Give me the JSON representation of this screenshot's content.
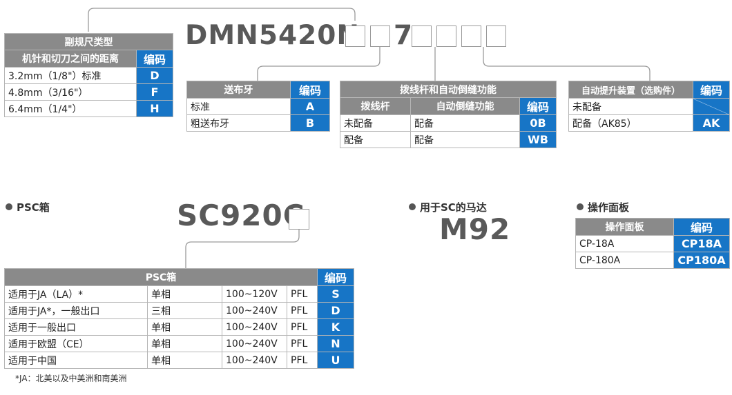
{
  "main_model": {
    "prefix": "DMN5420N",
    "middle": "7"
  },
  "subclass": {
    "header1": "副规尺类型",
    "header2": "机针和切刀之间的距离",
    "code_header": "编码",
    "rows": [
      {
        "desc": "3.2mm（1/8\"）标准",
        "code": "D"
      },
      {
        "desc": "4.8mm（3/16\"）",
        "code": "F"
      },
      {
        "desc": "6.4mm（1/4\"）",
        "code": "H"
      }
    ]
  },
  "feed": {
    "header": "送布牙",
    "code_header": "编码",
    "rows": [
      {
        "desc": "标准",
        "code": "A"
      },
      {
        "desc": "粗送布牙",
        "code": "B"
      }
    ]
  },
  "thread_trim": {
    "header": "拨线杆和自动倒缝功能",
    "col1": "拨线杆",
    "col2": "自动倒缝功能",
    "code_header": "编码",
    "rows": [
      {
        "c1": "未配备",
        "c2": "配备",
        "code": "0B"
      },
      {
        "c1": "配备",
        "c2": "配备",
        "code": "WB"
      }
    ]
  },
  "lifter": {
    "header": "自动提升装置（选购件）",
    "code_header": "编码",
    "rows": [
      {
        "desc": "未配备",
        "code": ""
      },
      {
        "desc": "配备（AK85）",
        "code": "AK"
      }
    ]
  },
  "psc": {
    "title": "PSC箱",
    "model": "SC920C",
    "table_header": "PSC箱",
    "code_header": "编码",
    "rows": [
      {
        "region": "适用于JA（LA）*",
        "phase": "单相",
        "voltage": "100~120V",
        "pfl": "PFL",
        "code": "S"
      },
      {
        "region": "适用于JA*，一般出口",
        "phase": "三相",
        "voltage": "100~240V",
        "pfl": "PFL",
        "code": "D"
      },
      {
        "region": "适用于一般出口",
        "phase": "单相",
        "voltage": "100~240V",
        "pfl": "PFL",
        "code": "K"
      },
      {
        "region": "适用于欧盟（CE）",
        "phase": "单相",
        "voltage": "100~240V",
        "pfl": "PFL",
        "code": "N"
      },
      {
        "region": "适用于中国",
        "phase": "单相",
        "voltage": "100~240V",
        "pfl": "PFL",
        "code": "U"
      }
    ],
    "note": "*JA：北美以及中美洲和南美洲"
  },
  "motor": {
    "title": "用于SC的马达",
    "model": "M92"
  },
  "panel": {
    "title": "操作面板",
    "header": "操作面板",
    "code_header": "编码",
    "rows": [
      {
        "desc": "CP-18A",
        "code": "CP18A"
      },
      {
        "desc": "CP-180A",
        "code": "CP180A"
      }
    ]
  },
  "colors": {
    "header_gray": "#8a8a8a",
    "code_blue": "#1775c6",
    "model_gray": "#595959"
  }
}
